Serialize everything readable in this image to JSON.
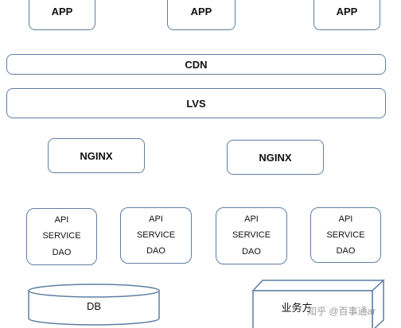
{
  "apps": [
    "APP",
    "APP",
    "APP"
  ],
  "cdn": "CDN",
  "lvs": "LVS",
  "nginx": [
    "NGINX",
    "NGINX"
  ],
  "services": [
    {
      "api": "API",
      "service": "SERVICE",
      "dao": "DAO"
    },
    {
      "api": "API",
      "service": "SERVICE",
      "dao": "DAO"
    },
    {
      "api": "API",
      "service": "SERVICE",
      "dao": "DAO"
    },
    {
      "api": "API",
      "service": "SERVICE",
      "dao": "DAO"
    }
  ],
  "db": "DB",
  "business": "业务方",
  "watermark": "知乎 @百事通ar",
  "colors": {
    "border": "#5d7fa3",
    "text": "#111111",
    "background": "#ffffff"
  }
}
